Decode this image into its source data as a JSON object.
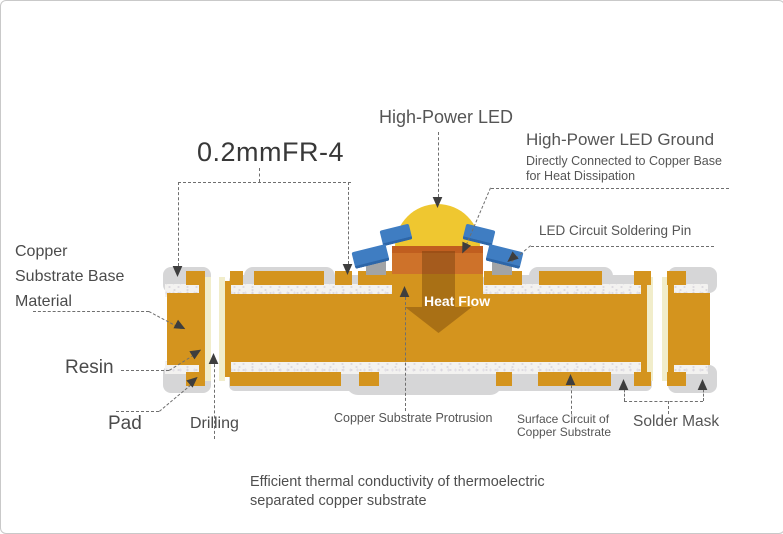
{
  "diagram": {
    "labels": {
      "fr4_thickness": "0.2mmFR-4",
      "high_power_led": "High-Power LED",
      "led_ground_title": "High-Power LED Ground",
      "led_ground_subtitle": "Directly Connected to Copper Base\nfor Heat Dissipation",
      "soldering_pin": "LED Circuit Soldering Pin",
      "base_material": "Copper\nSubstrate Base\nMaterial",
      "resin": "Resin",
      "pad": "Pad",
      "drilling": "Drilling",
      "protrusion": "Copper Substrate Protrusion",
      "surface_circuit": "Surface Circuit of\nCopper Substrate",
      "solder_mask": "Solder Mask",
      "heat_flow": "Heat Flow"
    },
    "caption": "Efficient thermal conductivity of thermoelectric\nseparated copper substrate",
    "colors": {
      "copper": "#d4941e",
      "led_body": "#ce722a",
      "led_body_top": "#c05e1f",
      "dome_yellow": "#efc730",
      "pin_blue": "#3f7dc2",
      "pin_blue_dark": "#2d66a8",
      "leg_gray": "#a2a4a6",
      "mask_gray": "#d6d6d7",
      "resin_cream": "#f3f2f0",
      "fr4_white": "#f3f2f0",
      "heat_arrow": "rgba(101,56,8,0.38)",
      "annotation": "#6f6f6f",
      "label_text": "#555555"
    }
  }
}
